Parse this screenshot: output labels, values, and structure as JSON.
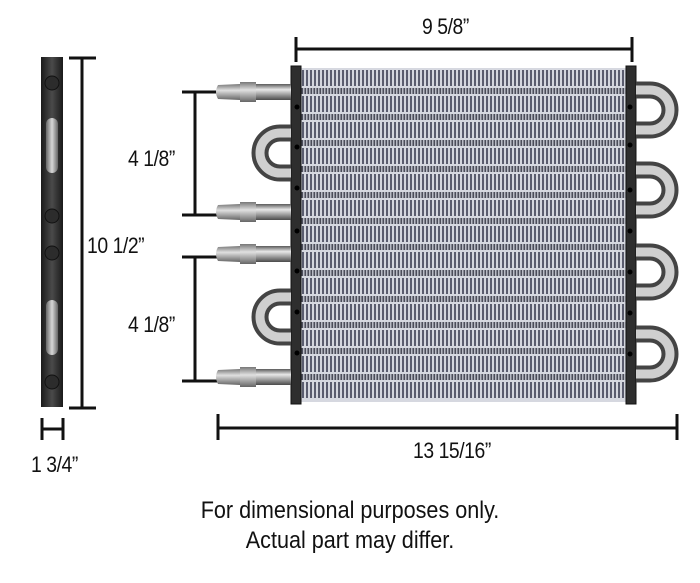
{
  "diagram": {
    "title": "Transmission oil cooler dimensional drawing",
    "views": {
      "side_view": {
        "label": "side-profile"
      },
      "front_view": {
        "label": "front-core"
      }
    },
    "dimensions": {
      "core_width": "9 5/8”",
      "overall_height": "10 1/2”",
      "upper_port_spacing": "4 1/8”",
      "lower_port_spacing": "4 1/8”",
      "depth": "1 3/4”",
      "overall_width": "13 15/16”"
    },
    "notes": {
      "line1": "For dimensional purposes only.",
      "line2": "Actual part may differ."
    },
    "colors": {
      "line": "#111111",
      "end_tank": "#2a2a2a",
      "fin_light": "#c8cad4",
      "fin_dark": "#5a5c6e",
      "fitting": "#a9a9a9"
    }
  }
}
